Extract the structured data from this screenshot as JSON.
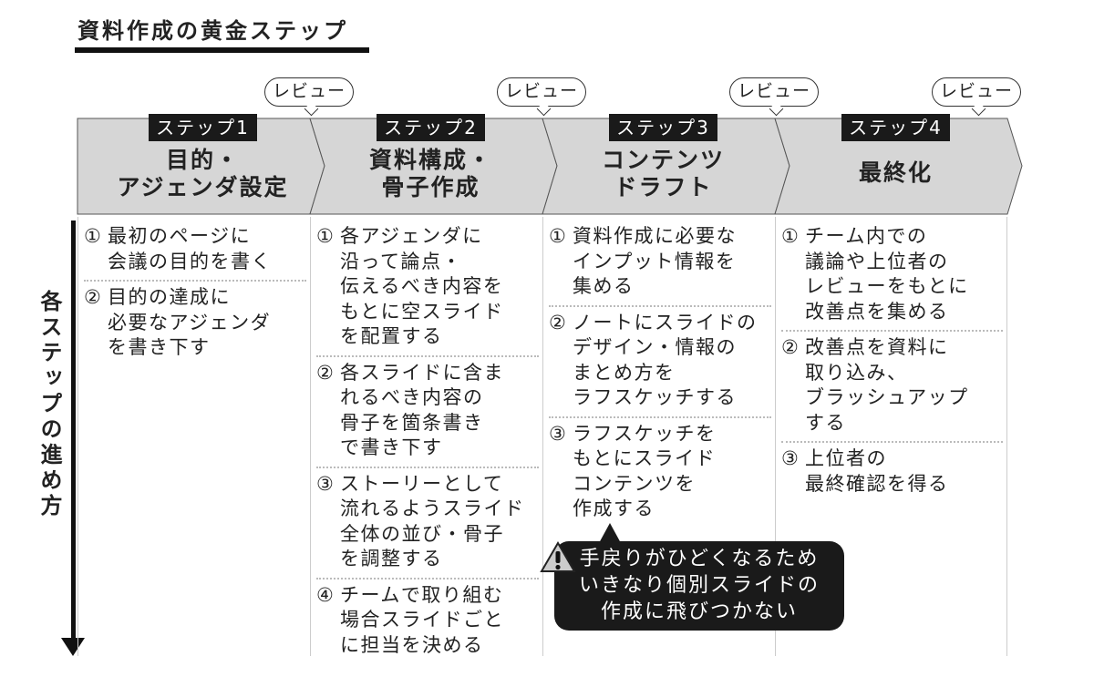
{
  "title": "資料作成の黄金ステップ",
  "vertical_label": "各ステップの進め方",
  "review_label": "レビュー",
  "steps": [
    {
      "label": "ステップ1",
      "title": "目的・\nアジェンダ設定",
      "items": [
        {
          "num": "①",
          "text": "最初のページに\n会議の目的を書く"
        },
        {
          "num": "②",
          "text": "目的の達成に\n必要なアジェンダ\nを書き下す"
        }
      ]
    },
    {
      "label": "ステップ2",
      "title": "資料構成・\n骨子作成",
      "items": [
        {
          "num": "①",
          "text": "各アジェンダに\n沿って論点・\n伝えるべき内容を\nもとに空スライド\nを配置する"
        },
        {
          "num": "②",
          "text": "各スライドに含ま\nれるべき内容の\n骨子を箇条書き\nで書き下す"
        },
        {
          "num": "③",
          "text": "ストーリーとして\n流れるようスライド\n全体の並び・骨子\nを調整する"
        },
        {
          "num": "④",
          "text": "チームで取り組む\n場合スライドごと\nに担当を決める"
        }
      ]
    },
    {
      "label": "ステップ3",
      "title": "コンテンツ\nドラフト",
      "items": [
        {
          "num": "①",
          "text": "資料作成に必要な\nインプット情報を\n集める"
        },
        {
          "num": "②",
          "text": "ノートにスライドの\nデザイン・情報の\nまとめ方を\nラフスケッチする"
        },
        {
          "num": "③",
          "text": "ラフスケッチを\nもとにスライド\nコンテンツを\n作成する"
        }
      ]
    },
    {
      "label": "ステップ4",
      "title": "最終化",
      "items": [
        {
          "num": "①",
          "text": "チーム内での\n議論や上位者の\nレビューをもとに\n改善点を集める"
        },
        {
          "num": "②",
          "text": "改善点を資料に\n取り込み、\nブラッシュアップ\nする"
        },
        {
          "num": "③",
          "text": "上位者の\n最終確認を得る"
        }
      ]
    }
  ],
  "warning": "手戻りがひどくなるため\nいきなり個別スライドの\n作成に飛びつかない"
}
